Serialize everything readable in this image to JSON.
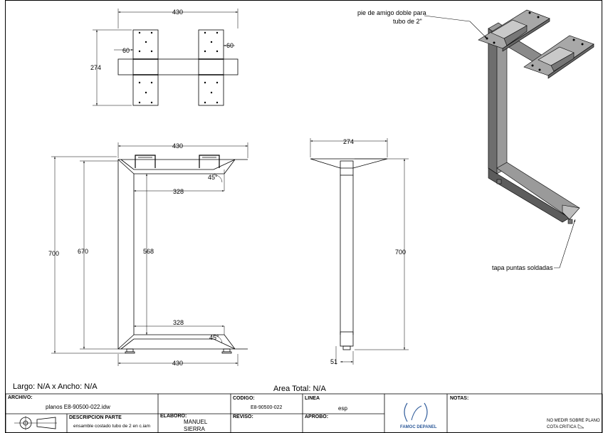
{
  "dims": {
    "top_width": "430",
    "top_depth": "274",
    "top_pad_left": "60",
    "top_pad_right": "60",
    "front_top": "430",
    "front_bottom": "430",
    "front_height_total": "700",
    "front_height_inner": "670",
    "front_inner_height": "568",
    "front_top_span": "328",
    "front_bottom_span": "328",
    "angle_top": "45°",
    "angle_bottom": "45°",
    "side_top": "274",
    "side_height": "700",
    "side_foot": "51"
  },
  "callouts": {
    "pie_line1": "pie de amigo doble para",
    "pie_line2": "tubo de 2\"",
    "tapa": "tapa puntas soldadas"
  },
  "summary": {
    "size": "Largo: N/A x Ancho: N/A",
    "area": "Area Total: N/A"
  },
  "title_block": {
    "archivo_label": "ARCHIVO:",
    "archivo_value": "planos E8-90500-022.idw",
    "descripcion_label": "DESCRIPCION PARTE",
    "descripcion_value": "ensamble costado tubo de 2 en c.iam",
    "elaboro_label": "ELABORO:",
    "elaboro_value_1": "MANUEL",
    "elaboro_value_2": "SIERRA",
    "codigo_label": "CODIGO:",
    "codigo_value": "E8-90500-022",
    "reviso_label": "REVISO:",
    "linea_label": "LINEA",
    "linea_value": "esp",
    "aprobo_label": "APROBO:",
    "company": "FAMOC DEPANEL",
    "notas_label": "NOTAS:",
    "note1": "NO MEDIR SOBRE PLANO",
    "note2": "COTA CRITICA"
  }
}
